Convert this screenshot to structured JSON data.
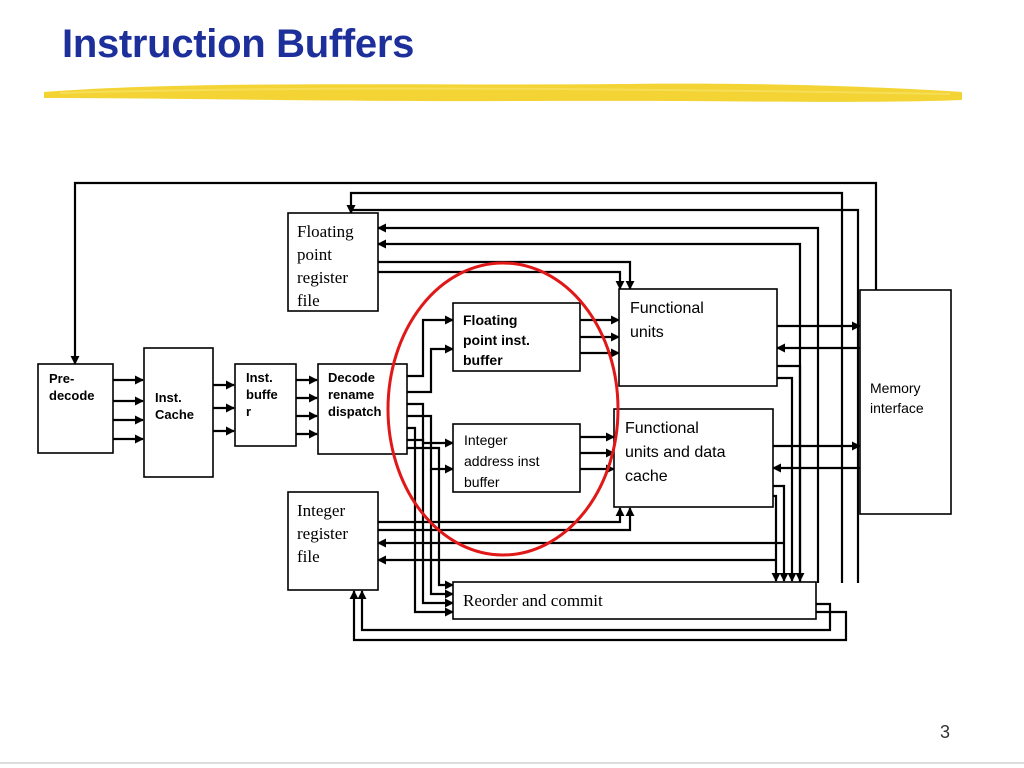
{
  "slide": {
    "title": "Instruction Buffers",
    "page_number": "3"
  },
  "colors": {
    "title": "#1c2f9b",
    "highlighter": "#f2cf1e",
    "highlight_ellipse": "#e01818"
  },
  "blocks": {
    "predecode": [
      "Pre-",
      "decode"
    ],
    "inst_cache": [
      "Inst.",
      "Cache"
    ],
    "inst_buffer": [
      "Inst.",
      "buffe",
      "r"
    ],
    "decode": [
      "Decode",
      "rename",
      "dispatch"
    ],
    "fp_register_file": [
      "Floating",
      "point",
      "register",
      "file"
    ],
    "fp_inst_buffer": [
      "Floating",
      "point inst.",
      "buffer"
    ],
    "int_address_inst_buffer": [
      "Integer",
      "address inst",
      "buffer"
    ],
    "functional_units": [
      "Functional",
      "units"
    ],
    "functional_units_data_cache": [
      "Functional",
      "units and data",
      "cache"
    ],
    "int_register_file": [
      "Integer",
      "register",
      "file"
    ],
    "reorder_commit": [
      "Reorder and commit"
    ],
    "memory_interface": [
      "Memory",
      "interface"
    ]
  }
}
